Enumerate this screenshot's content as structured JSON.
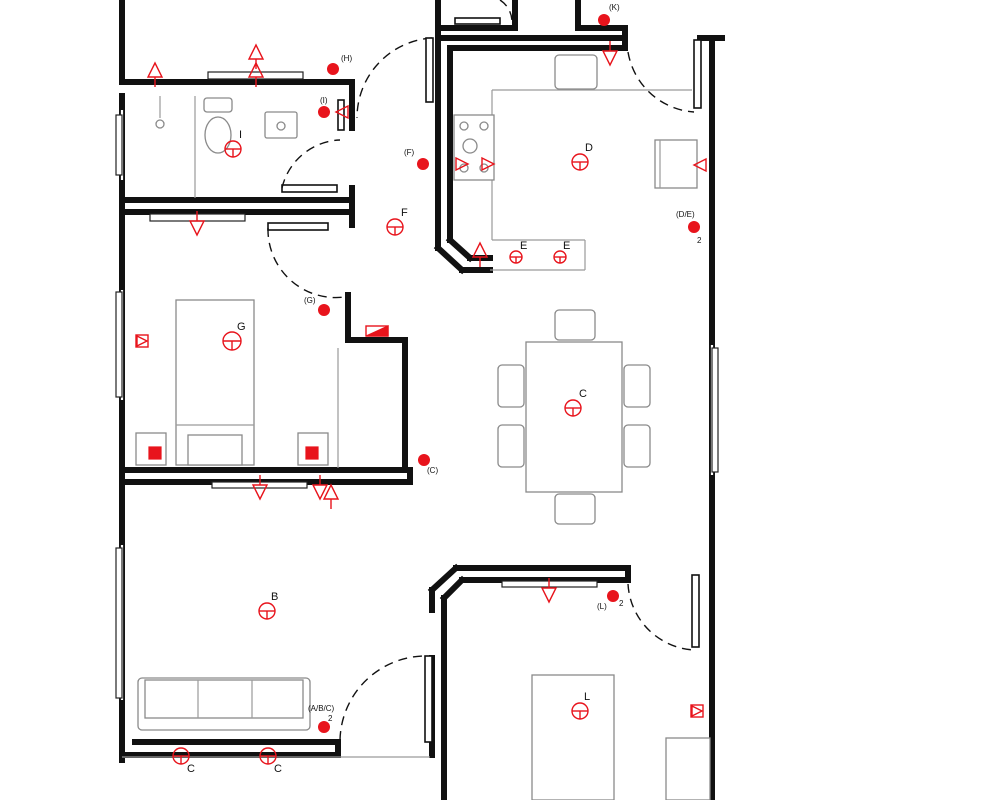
{
  "colors": {
    "accent": "#e8141c",
    "wall": "#111111",
    "furniture": "#8a8a8a"
  },
  "light_points": [
    {
      "label": "I"
    },
    {
      "label": "D"
    },
    {
      "label": "F"
    },
    {
      "label": "E"
    },
    {
      "label": "E"
    },
    {
      "label": "G"
    },
    {
      "label": "C"
    },
    {
      "label": "B"
    },
    {
      "label": "L"
    },
    {
      "label": "C"
    },
    {
      "label": "C"
    }
  ],
  "switches": [
    {
      "label": "(H)",
      "gang": ""
    },
    {
      "label": "(I)",
      "gang": ""
    },
    {
      "label": "(K)",
      "gang": ""
    },
    {
      "label": "(F)",
      "gang": ""
    },
    {
      "label": "(D/E)",
      "gang": "2"
    },
    {
      "label": "(G)",
      "gang": ""
    },
    {
      "label": "(C)",
      "gang": ""
    },
    {
      "label": "(L)",
      "gang": "2"
    },
    {
      "label": "(A/B/C)",
      "gang": "2"
    }
  ]
}
